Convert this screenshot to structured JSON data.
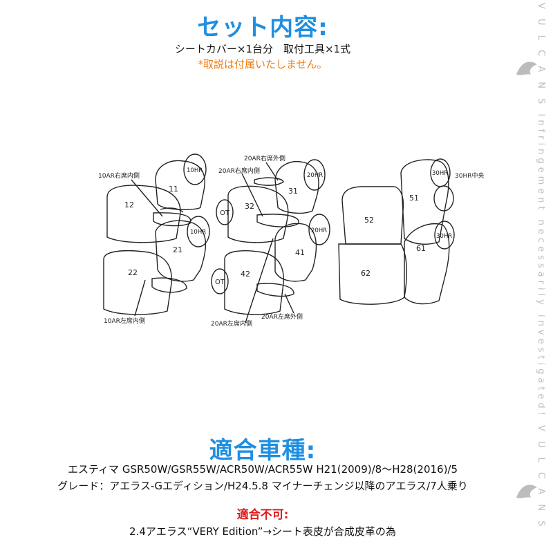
{
  "set_contents": {
    "title": "セット内容:",
    "line1": "シートカバー×1台分　取付工具×1式",
    "note": "*取説は付属いたしません。"
  },
  "diagram": {
    "labels": {
      "l10ar_r_in": "10AR右席内側",
      "l10ar_l_in": "10AR左席内側",
      "l20ar_r_out": "20AR右席外側",
      "l20ar_r_in": "20AR右席内側",
      "l20ar_l_in": "20AR左席内側",
      "l20ar_l_out": "20AR左席外側",
      "l30hr_center": "30HR中央"
    },
    "parts": {
      "p11": "11",
      "p12": "12",
      "p21": "21",
      "p22": "22",
      "p31": "31",
      "p32": "32",
      "p41": "41",
      "p42": "42",
      "p51": "51",
      "p52": "52",
      "p61": "61",
      "p62": "62",
      "hr10a": "10HR",
      "hr10b": "10HR",
      "hr20a": "20HR",
      "hr20b": "20HR",
      "hr30a": "30HR",
      "hr30b": "30HR",
      "ota": "OT",
      "otb": "OT"
    }
  },
  "fitment": {
    "title": "適合車種:",
    "line1": "エスティマ GSR50W/GSR55W/ACR50W/ACR55W H21(2009)/8〜H28(2016)/5",
    "line2": "グレード：アエラス-Gエディション/H24.5.8 マイナーチェンジ以降のアエラス/7人乗り"
  },
  "not_fit": {
    "title": "適合不可:",
    "line1": "2.4アエラス“VERY Edition”→シート表皮が合成皮革の為"
  },
  "watermark": {
    "text": "V U L C A N S   Infringement necessarily investigated!   V U L C A N S"
  }
}
